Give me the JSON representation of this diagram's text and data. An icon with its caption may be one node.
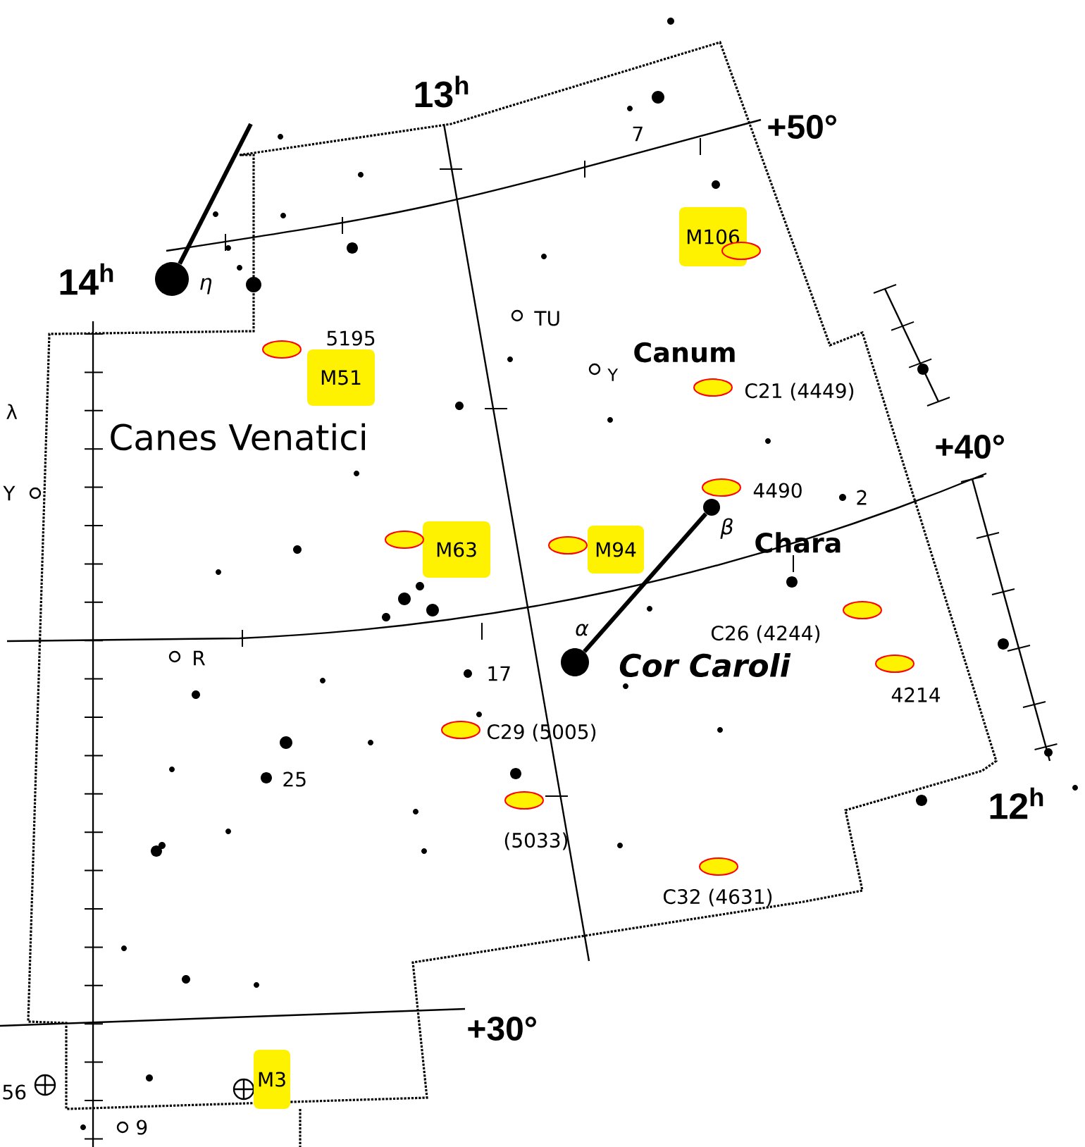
{
  "diagram": {
    "nodes": [
      {
        "text": [],
        "shape": "circle",
        "beside": [
          "η"
        ]
      },
      {
        "text": [],
        "shape": "circle",
        "beside": [
          "β"
        ]
      },
      {
        "text": [],
        "shape": "circle",
        "beside": [
          "α",
          "Cor Caroli"
        ]
      },
      {
        "text": [
          "M106"
        ]
      },
      {
        "text": [
          "M51"
        ]
      },
      {
        "text": [
          "M63"
        ]
      },
      {
        "text": [
          "M94"
        ]
      },
      {
        "text": [
          "M3"
        ]
      }
    ],
    "edges": [
      {
        "from": 0,
        "to": null,
        "arrow": "none"
      },
      {
        "from": 1,
        "to": 2,
        "arrow": "none"
      }
    ],
    "labels": [
      "13$^{h}$",
      "+50°",
      "14$^{h}$",
      "7",
      "5195",
      "TU",
      "Canum",
      "Y",
      "C21 (4449)",
      "λ",
      "Y",
      "Canes Venatici",
      "+40°",
      "4490",
      "2",
      "Chara",
      "C26 (4244)",
      "R",
      "17",
      "4214",
      "C29 (5005)",
      "25",
      "(5033)",
      "12$^{h}$",
      "C32 (4631)",
      "+30°",
      "56",
      "9"
    ]
  }
}
